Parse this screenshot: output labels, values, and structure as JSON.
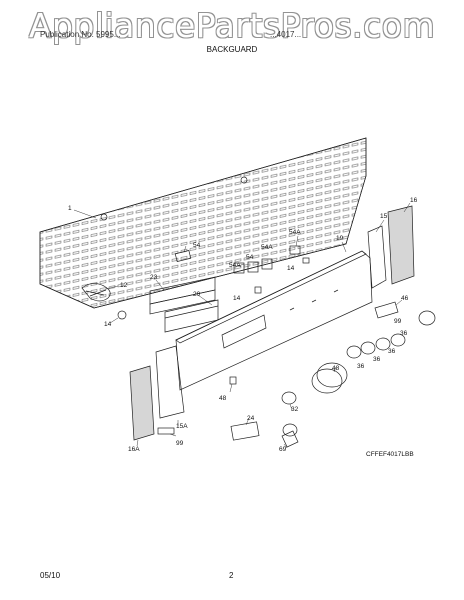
{
  "watermark": "AppliancePartsPros.com",
  "header": {
    "publication": "Publication No. 5995...",
    "model": "...4017..."
  },
  "title": "BACKGUARD",
  "figure_code": "CFFEF4017LBB",
  "footer": {
    "date": "05/10",
    "page": "2"
  },
  "callouts": [
    "1",
    "54",
    "23",
    "12",
    "14",
    "20",
    "54A",
    "54A",
    "54",
    "54A",
    "14",
    "19",
    "14",
    "15",
    "16",
    "46",
    "99",
    "36",
    "36",
    "36",
    "36",
    "48",
    "32",
    "24",
    "69",
    "48",
    "15A",
    "99",
    "16A"
  ]
}
